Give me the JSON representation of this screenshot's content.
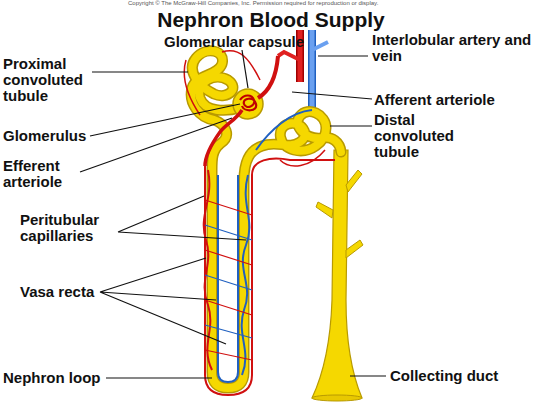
{
  "diagram": {
    "title": "Nephron Blood Supply",
    "labels": [
      "Copyright © The McGraw-Hill Companies, Inc. Permission required for reproduction or display.",
      "Glomerular capsule",
      "Proximal convoluted tubule",
      "Glomerulus",
      "Efferent arteriole",
      "Peritubular capillaries",
      "Vasa recta",
      "Nephron loop",
      "Interlobular artery and vein",
      "Afferent arteriole",
      "Distal convoluted tubule",
      "Collecting duct"
    ]
  }
}
